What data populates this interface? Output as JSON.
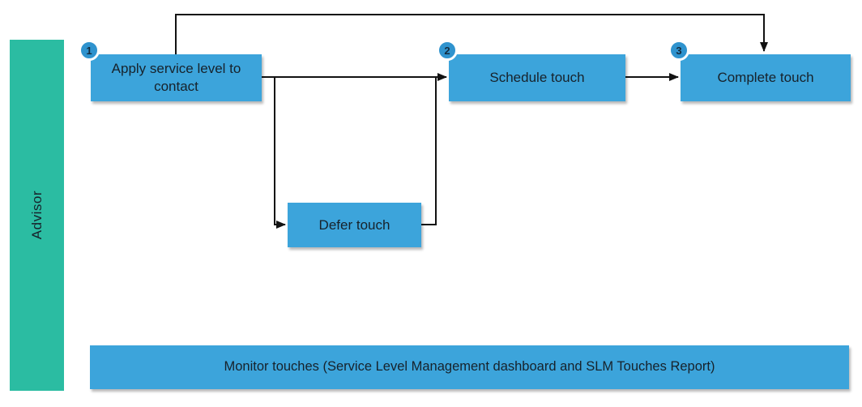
{
  "lane": {
    "label": "Advisor"
  },
  "steps": [
    {
      "number": "1",
      "label": "Apply service level to contact"
    },
    {
      "number": "2",
      "label": "Schedule touch"
    },
    {
      "number": "3",
      "label": "Complete touch"
    }
  ],
  "defer": {
    "label": "Defer touch"
  },
  "monitor": {
    "label": "Monitor touches (Service Level Management dashboard and SLM Touches Report)"
  },
  "colors": {
    "node_fill": "#3CA4DB",
    "badge_fill": "#2F93CE",
    "lane_fill": "#2BBCA2",
    "connector": "#121212",
    "text": "#17222B"
  }
}
